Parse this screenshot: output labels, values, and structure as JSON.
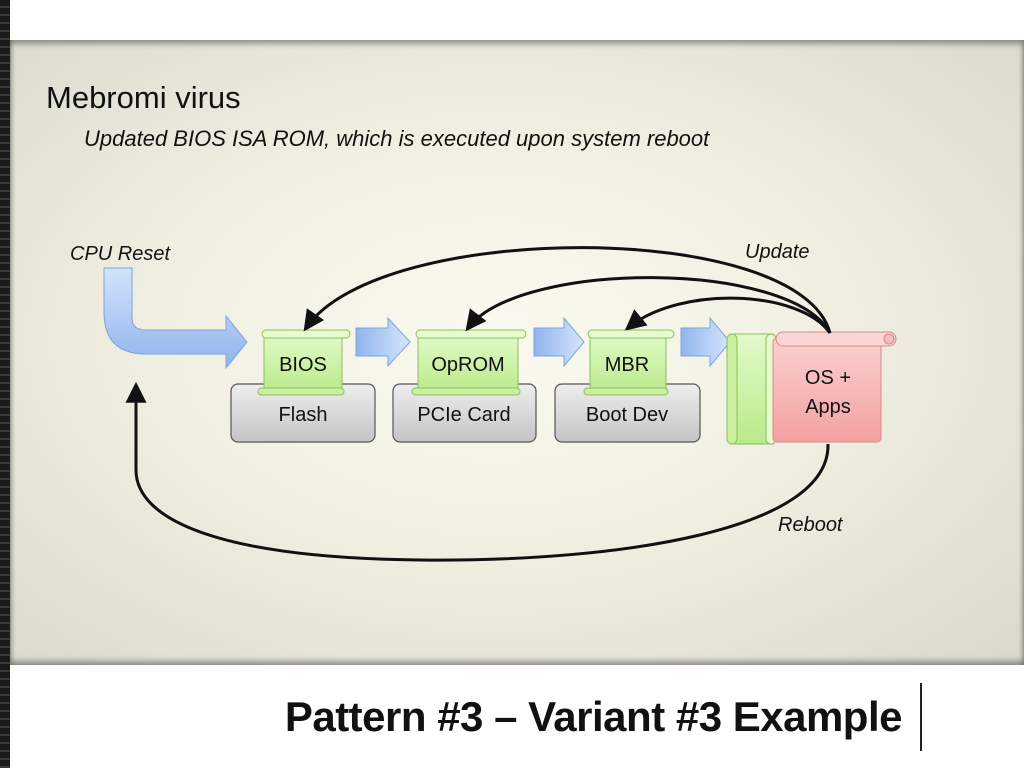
{
  "slide": {
    "heading": "Mebromi virus",
    "subheading": "Updated BIOS ISA ROM, which is executed upon system reboot",
    "footer_title": "Pattern #3 – Variant #3 Example"
  },
  "diagram": {
    "labels": {
      "cpu_reset": "CPU Reset",
      "update": "Update",
      "reboot": "Reboot"
    },
    "nodes": [
      {
        "component": "BIOS",
        "container": "Flash"
      },
      {
        "component": "OpROM",
        "container": "PCIe Card"
      },
      {
        "component": "MBR",
        "container": "Boot Dev"
      }
    ],
    "os": {
      "line1": "OS +",
      "line2": "Apps"
    },
    "colors": {
      "scroll_green": "#cdf3a6",
      "scroll_pink": "#f8b6b6",
      "container_gray": "#d4d4d4",
      "arrow_blue": "#a9c8f4"
    }
  }
}
